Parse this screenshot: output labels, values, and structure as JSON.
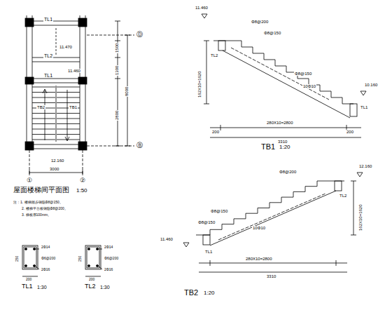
{
  "diagram": {
    "labels": [
      "TL1",
      "TL2",
      "TL1",
      "11.470",
      "11.460",
      "12.160",
      "TB2",
      "TB1",
      "1500",
      "1300",
      "2800",
      "8000",
      "3000",
      "①",
      "②",
      "Ⓓ",
      "Ⓑ",
      "屋面楼梯间平面图",
      "1:50",
      "注：1. 楼梯踏步钢筋Φ8@150。",
      "2. 楼梯平台板钢筋Φ8@200。",
      "3. 梯板厚100mm。",
      "TB1",
      "1:20",
      "TB2",
      "1:20",
      "TL1",
      "1:30",
      "TL2",
      "1:30",
      "11.460",
      "TL2",
      "Φ8@200",
      "Φ8@150",
      "Φ8@150",
      "10Φ10",
      "10.160",
      "TL1",
      "162X10=1620",
      "200",
      "280X10=2800",
      "200",
      "3310",
      "12.160",
      "Φ8@200",
      "Φ8@150",
      "Φ8@150",
      "10Φ10",
      "11.460",
      "TL1",
      "162X10=1620",
      "280X10=2800",
      "3310",
      "TL2",
      "2Φ14",
      "2Φ16",
      "Φ6@200",
      "250",
      "2Φ14",
      "2Φ16",
      "Φ6@200",
      "250",
      "200",
      "200"
    ]
  }
}
